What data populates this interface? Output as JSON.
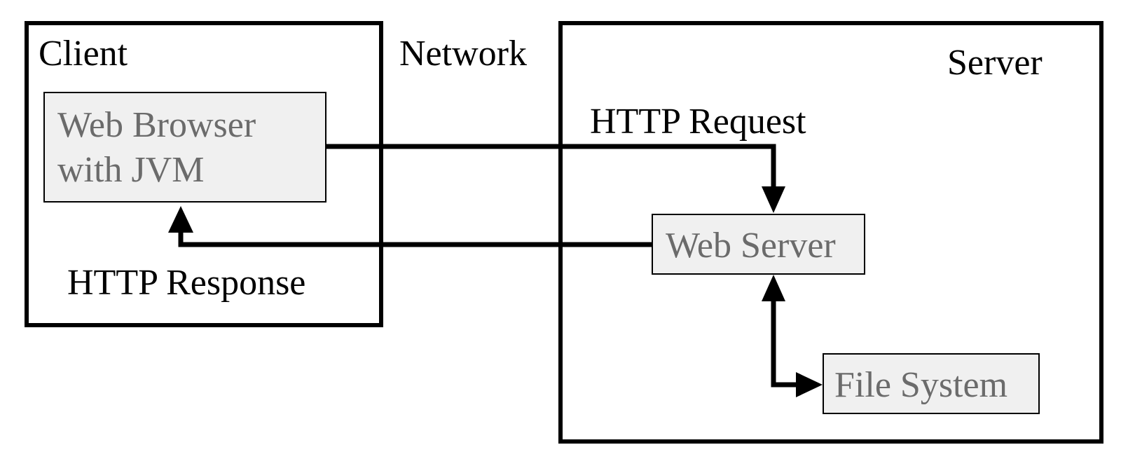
{
  "client": {
    "title": "Client",
    "browser_line1": "Web Browser",
    "browser_line2": "with JVM"
  },
  "network": {
    "title": "Network"
  },
  "server": {
    "title": "Server",
    "web_server": "Web Server",
    "file_system": "File System"
  },
  "edges": {
    "request_label": "HTTP Request",
    "response_label": "HTTP Response"
  },
  "colors": {
    "line": "#000000",
    "node_fill": "#f0f0f0",
    "node_text": "#6b6b6b",
    "label_text": "#000000"
  }
}
